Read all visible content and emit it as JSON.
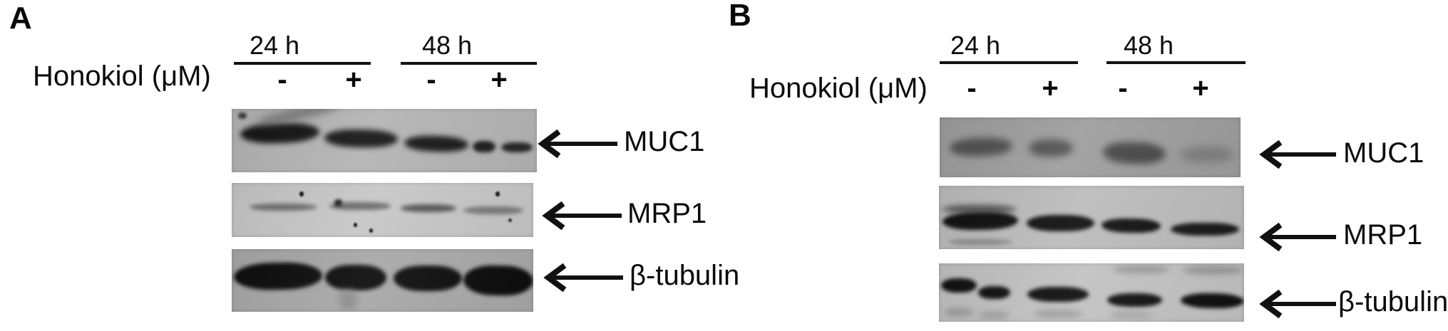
{
  "figure": {
    "panels": [
      {
        "label": "A",
        "treatment_label": "Honokiol (μM)",
        "time_points": [
          "24 h",
          "48 h"
        ],
        "lane_doses": [
          "-",
          "+",
          "-",
          "+"
        ],
        "protein_labels": [
          "MUC1",
          "MRP1",
          "β-tubulin"
        ]
      },
      {
        "label": "B",
        "treatment_label": "Honokiol (μM)",
        "time_points": [
          "24 h",
          "48 h"
        ],
        "lane_doses": [
          "-",
          "+",
          "-",
          "+"
        ],
        "protein_labels": [
          "MUC1",
          "MRP1",
          "β-tubulin"
        ]
      }
    ]
  },
  "colors": {
    "text": "#0a0a0a",
    "arrow": "#111111"
  },
  "blots": {
    "a_muc1": {
      "bg": "#b4b4b4",
      "bands": [
        {
          "l": 2.8,
          "t": 22,
          "w": 26,
          "h": 31,
          "c": "#141414",
          "b": 4,
          "rot": -2
        },
        {
          "l": 30.4,
          "t": 33,
          "w": 24,
          "h": 28,
          "c": "#161616",
          "b": 4,
          "rot": 1
        },
        {
          "l": 56.5,
          "t": 43,
          "w": 21,
          "h": 25,
          "c": "#181818",
          "b": 4,
          "rot": 2
        },
        {
          "l": 79.0,
          "t": 50,
          "w": 7.5,
          "h": 19,
          "c": "#1c1c1c",
          "b": 3
        },
        {
          "l": 88.3,
          "t": 53,
          "w": 10.3,
          "h": 16,
          "c": "#262626",
          "b": 3
        },
        {
          "l": 8,
          "t": 1,
          "w": 28,
          "h": 13,
          "c": "#6a6a6a",
          "b": 6,
          "rot": -12
        },
        {
          "l": 2,
          "t": 6,
          "w": 3,
          "h": 10,
          "c": "#3a3a3a",
          "b": 2
        }
      ]
    },
    "a_mrp1": {
      "bg": "#c7c7c7",
      "bands": [
        {
          "l": 5.9,
          "t": 38,
          "w": 22.5,
          "h": 13,
          "c": "#6f6f6f",
          "b": 3
        },
        {
          "l": 32.4,
          "t": 35,
          "w": 20.3,
          "h": 15,
          "c": "#6a6a6a",
          "b": 3
        },
        {
          "l": 34.0,
          "t": 30,
          "w": 2.6,
          "h": 14,
          "c": "#222222",
          "b": 2
        },
        {
          "l": 56.0,
          "t": 39,
          "w": 18.4,
          "h": 15,
          "c": "#585858",
          "b": 3
        },
        {
          "l": 76.8,
          "t": 43,
          "w": 20.0,
          "h": 15,
          "c": "#7a7a7a",
          "b": 3
        },
        {
          "l": 22.5,
          "t": 16,
          "w": 1.4,
          "h": 9,
          "c": "#111111",
          "b": 1
        },
        {
          "l": 40.4,
          "t": 74,
          "w": 1.2,
          "h": 8,
          "c": "#111111",
          "b": 1
        },
        {
          "l": 45.6,
          "t": 84,
          "w": 1.3,
          "h": 8,
          "c": "#111111",
          "b": 1
        },
        {
          "l": 87.5,
          "t": 16,
          "w": 1.3,
          "h": 9,
          "c": "#161616",
          "b": 1
        },
        {
          "l": 91.7,
          "t": 66,
          "w": 1.1,
          "h": 7,
          "c": "#333333",
          "b": 1
        }
      ]
    },
    "a_tub": {
      "bg": "#a8a8a8",
      "bands": [
        {
          "l": 0.7,
          "t": 22,
          "w": 29.3,
          "h": 43,
          "c": "#0d0d0d",
          "b": 3,
          "rot": -1
        },
        {
          "l": 31.0,
          "t": 25,
          "w": 20.3,
          "h": 41,
          "c": "#0d0d0d",
          "b": 3
        },
        {
          "l": 53.7,
          "t": 26,
          "w": 22.7,
          "h": 41,
          "c": "#0e0e0e",
          "b": 3
        },
        {
          "l": 76.8,
          "t": 26,
          "w": 23.2,
          "h": 48,
          "c": "#0c0c0c",
          "b": 3,
          "rot": 1
        },
        {
          "l": 35.5,
          "t": 66,
          "w": 6,
          "h": 32,
          "c": "#8d8d8d",
          "b": 5
        }
      ]
    },
    "b_muc1": {
      "bg": "#9e9e9e",
      "bands": [
        {
          "l": 3.3,
          "t": 34,
          "w": 20.9,
          "h": 30,
          "c": "#4f4f4f",
          "b": 5,
          "rot": -2
        },
        {
          "l": 29.6,
          "t": 37,
          "w": 14.7,
          "h": 29,
          "c": "#535353",
          "b": 5
        },
        {
          "l": 54.3,
          "t": 42,
          "w": 20.9,
          "h": 36,
          "c": "#484848",
          "b": 5,
          "rot": 2
        },
        {
          "l": 79.9,
          "t": 49,
          "w": 17.8,
          "h": 26,
          "c": "#7e7e7e",
          "b": 6
        }
      ]
    },
    "b_mrp1": {
      "bg": "#bcbcbc",
      "bands": [
        {
          "l": 1.2,
          "t": 30,
          "w": 24.0,
          "h": 14,
          "c": "#555555",
          "b": 4
        },
        {
          "l": 1.2,
          "t": 42,
          "w": 24.8,
          "h": 28,
          "c": "#101010",
          "b": 3,
          "rot": -1
        },
        {
          "l": 28.7,
          "t": 46,
          "w": 22.2,
          "h": 26,
          "c": "#111111",
          "b": 3
        },
        {
          "l": 53.3,
          "t": 52,
          "w": 19.4,
          "h": 23,
          "c": "#131313",
          "b": 3,
          "rot": 1
        },
        {
          "l": 75.9,
          "t": 58,
          "w": 22.4,
          "h": 21,
          "c": "#1a1a1a",
          "b": 3
        },
        {
          "l": 3.0,
          "t": 84,
          "w": 21.0,
          "h": 9,
          "c": "#8a8a8a",
          "b": 3
        }
      ]
    },
    "b_tub": {
      "bg": "#c2c2c2",
      "bands": [
        {
          "l": 0.7,
          "t": 26,
          "w": 11.7,
          "h": 24,
          "c": "#101010",
          "b": 3
        },
        {
          "l": 12.9,
          "t": 39,
          "w": 10.5,
          "h": 22,
          "c": "#101010",
          "b": 3
        },
        {
          "l": 29.0,
          "t": 40,
          "w": 20.1,
          "h": 26,
          "c": "#0f0f0f",
          "b": 3
        },
        {
          "l": 55.1,
          "t": 51,
          "w": 18.0,
          "h": 23,
          "c": "#121212",
          "b": 3
        },
        {
          "l": 79.2,
          "t": 51,
          "w": 20.8,
          "h": 25,
          "c": "#0f0f0f",
          "b": 3,
          "rot": 1
        },
        {
          "l": 56.8,
          "t": 4,
          "w": 18.7,
          "h": 13,
          "c": "#9a9a9a",
          "b": 4
        },
        {
          "l": 80.0,
          "t": 4,
          "w": 19.8,
          "h": 15,
          "c": "#999999",
          "b": 4
        },
        {
          "l": 1.9,
          "t": 76,
          "w": 9.3,
          "h": 16,
          "c": "#9e9e9e",
          "b": 4
        },
        {
          "l": 13.0,
          "t": 82,
          "w": 10.0,
          "h": 14,
          "c": "#a2a2a2",
          "b": 4
        },
        {
          "l": 31.0,
          "t": 79,
          "w": 16.0,
          "h": 15,
          "c": "#a0a0a0",
          "b": 4
        },
        {
          "l": 56.0,
          "t": 82,
          "w": 14.0,
          "h": 13,
          "c": "#aaaaaa",
          "b": 4
        }
      ]
    }
  }
}
